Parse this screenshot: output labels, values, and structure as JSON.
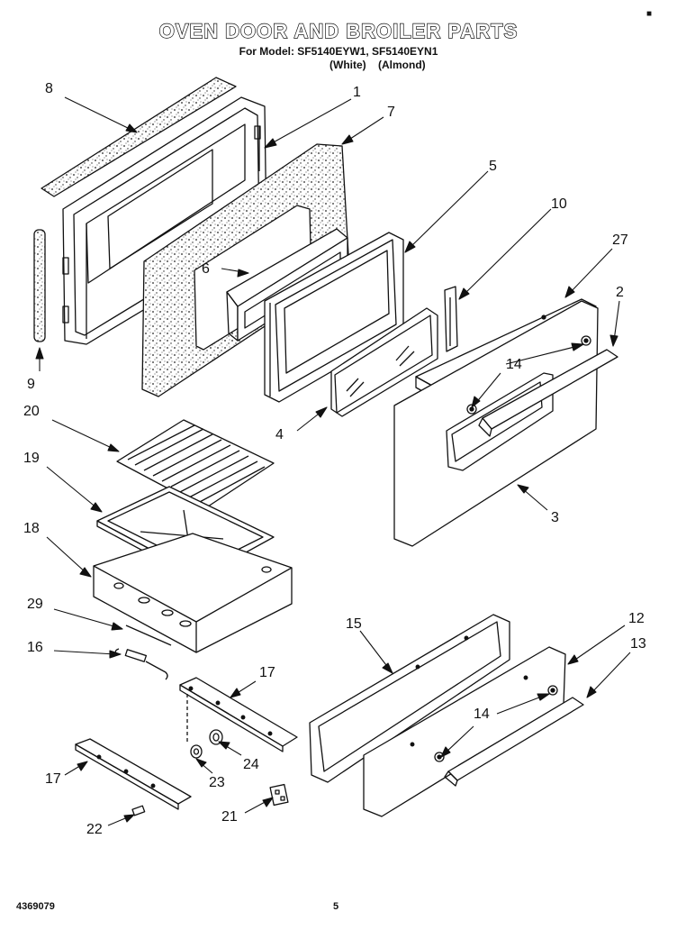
{
  "header": {
    "title": "OVEN DOOR AND BROILER PARTS",
    "subtitle": "For Model: SF5140EYW1, SF5140EYN1",
    "color_white": "(White)",
    "color_almond": "(Almond)",
    "corner_mark": "■"
  },
  "footer": {
    "doc_number": "4369079",
    "page_number": "5"
  },
  "callouts": [
    {
      "id": "c8",
      "label": "8"
    },
    {
      "id": "c1",
      "label": "1"
    },
    {
      "id": "c7",
      "label": "7"
    },
    {
      "id": "c5",
      "label": "5"
    },
    {
      "id": "c10",
      "label": "10"
    },
    {
      "id": "c27",
      "label": "27"
    },
    {
      "id": "c2",
      "label": "2"
    },
    {
      "id": "c6",
      "label": "6"
    },
    {
      "id": "c9",
      "label": "9"
    },
    {
      "id": "c14a",
      "label": "14"
    },
    {
      "id": "c4",
      "label": "4"
    },
    {
      "id": "c3",
      "label": "3"
    },
    {
      "id": "c20",
      "label": "20"
    },
    {
      "id": "c19",
      "label": "19"
    },
    {
      "id": "c18",
      "label": "18"
    },
    {
      "id": "c29",
      "label": "29"
    },
    {
      "id": "c16",
      "label": "16"
    },
    {
      "id": "c17a",
      "label": "17"
    },
    {
      "id": "c15",
      "label": "15"
    },
    {
      "id": "c12",
      "label": "12"
    },
    {
      "id": "c13",
      "label": "13"
    },
    {
      "id": "c14b",
      "label": "14"
    },
    {
      "id": "c24",
      "label": "24"
    },
    {
      "id": "c23",
      "label": "23"
    },
    {
      "id": "c17b",
      "label": "17"
    },
    {
      "id": "c21",
      "label": "21"
    },
    {
      "id": "c22",
      "label": "22"
    }
  ]
}
